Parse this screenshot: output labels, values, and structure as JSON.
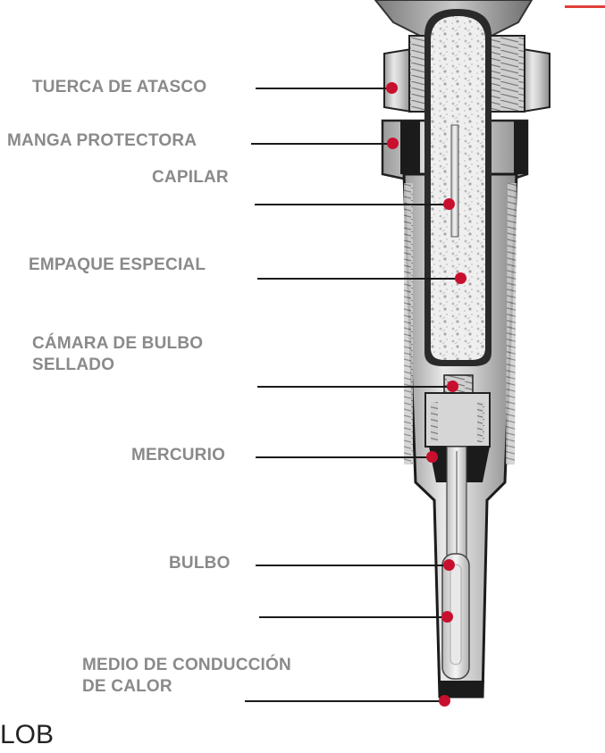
{
  "diagram": {
    "labels": [
      {
        "id": "tuerca",
        "lines": [
          "TUERCA DE ATASCO"
        ]
      },
      {
        "id": "manga",
        "lines": [
          "MANGA PROTECTORA"
        ]
      },
      {
        "id": "capilar",
        "lines": [
          "CAPILAR"
        ]
      },
      {
        "id": "empaque",
        "lines": [
          "EMPAQUE ESPECIAL"
        ]
      },
      {
        "id": "camara",
        "lines": [
          "CÁMARA DE BULBO",
          "SELLADO"
        ]
      },
      {
        "id": "mercurio",
        "lines": [
          "MERCURIO"
        ]
      },
      {
        "id": "bulbo",
        "lines": [
          "BULBO"
        ]
      },
      {
        "id": "unlabeled",
        "lines": []
      },
      {
        "id": "medio",
        "lines": [
          "MEDIO DE CONDUCCIÓN",
          "DE CALOR"
        ]
      }
    ],
    "colors": {
      "label_text": "#8a8a8a",
      "leader_line": "#1a1a1a",
      "marker_dot": "#c8102e",
      "accent_bar": "#e0403a"
    }
  },
  "footer": {
    "partial_text": "LOB"
  }
}
